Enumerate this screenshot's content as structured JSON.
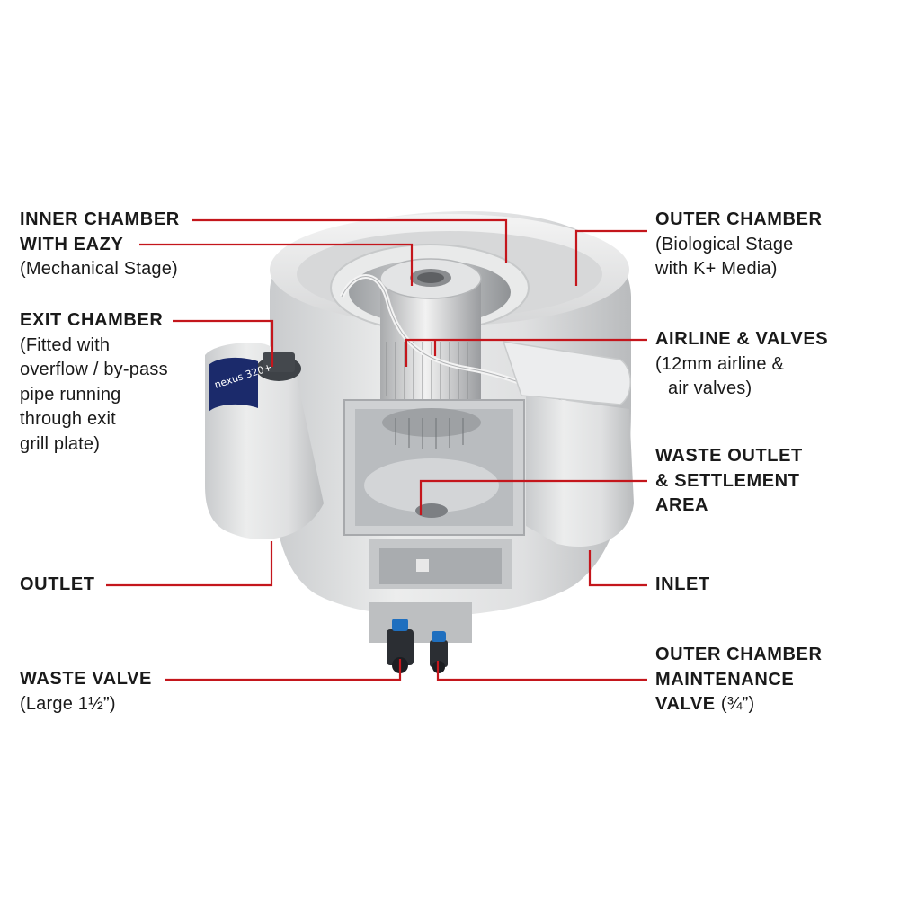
{
  "product_badge": "nexus 320+",
  "labels": {
    "inner_chamber": {
      "line1": "INNER CHAMBER",
      "line2": "WITH EAZY",
      "sub": "(Mechanical Stage)"
    },
    "exit_chamber": {
      "title": "EXIT CHAMBER",
      "sub1": "(Fitted with",
      "sub2": "overflow / by-pass",
      "sub3": "pipe running",
      "sub4": "through exit",
      "sub5": "grill plate)"
    },
    "outlet": {
      "title": "OUTLET"
    },
    "waste_valve": {
      "title": "WASTE VALVE",
      "sub": "(Large 1½”)"
    },
    "outer_chamber": {
      "title": "OUTER CHAMBER",
      "sub1": "(Biological Stage",
      "sub2": "with K+ Media)"
    },
    "airline": {
      "title": "AIRLINE & VALVES",
      "sub1": "(12mm airline &",
      "sub2": "air valves)"
    },
    "waste_outlet": {
      "line1": "WASTE OUTLET",
      "line2": "& SETTLEMENT",
      "line3": "AREA"
    },
    "inlet": {
      "title": "INLET"
    },
    "maintenance_valve": {
      "line1": "OUTER CHAMBER",
      "line2": "MAINTENANCE",
      "line3": "VALVE",
      "line3_sub": "(¾”)"
    }
  },
  "colors": {
    "leader": "#c4161c",
    "text": "#1a1a1a",
    "badge": "#1b2a6b"
  }
}
